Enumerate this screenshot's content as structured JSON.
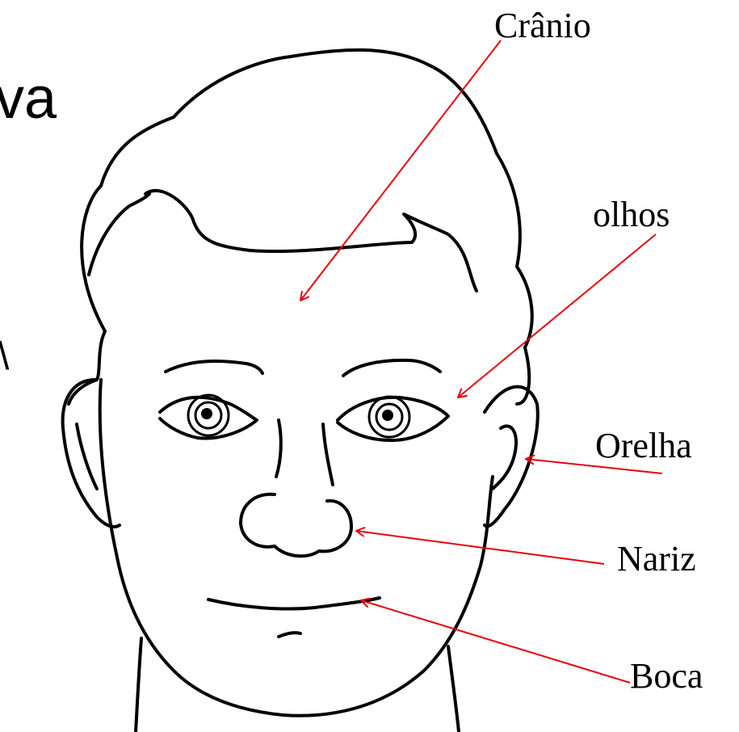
{
  "labels": {
    "cranio": "Crânio",
    "olhos": "olhos",
    "orelha": "Orelha",
    "nariz": "Nariz",
    "boca": "Boca"
  },
  "slide_fragment": "va",
  "slide_fragment_2": "\\",
  "colors": {
    "arrow": "#e8000b",
    "line_art": "#000000",
    "background": "#ffffff"
  }
}
